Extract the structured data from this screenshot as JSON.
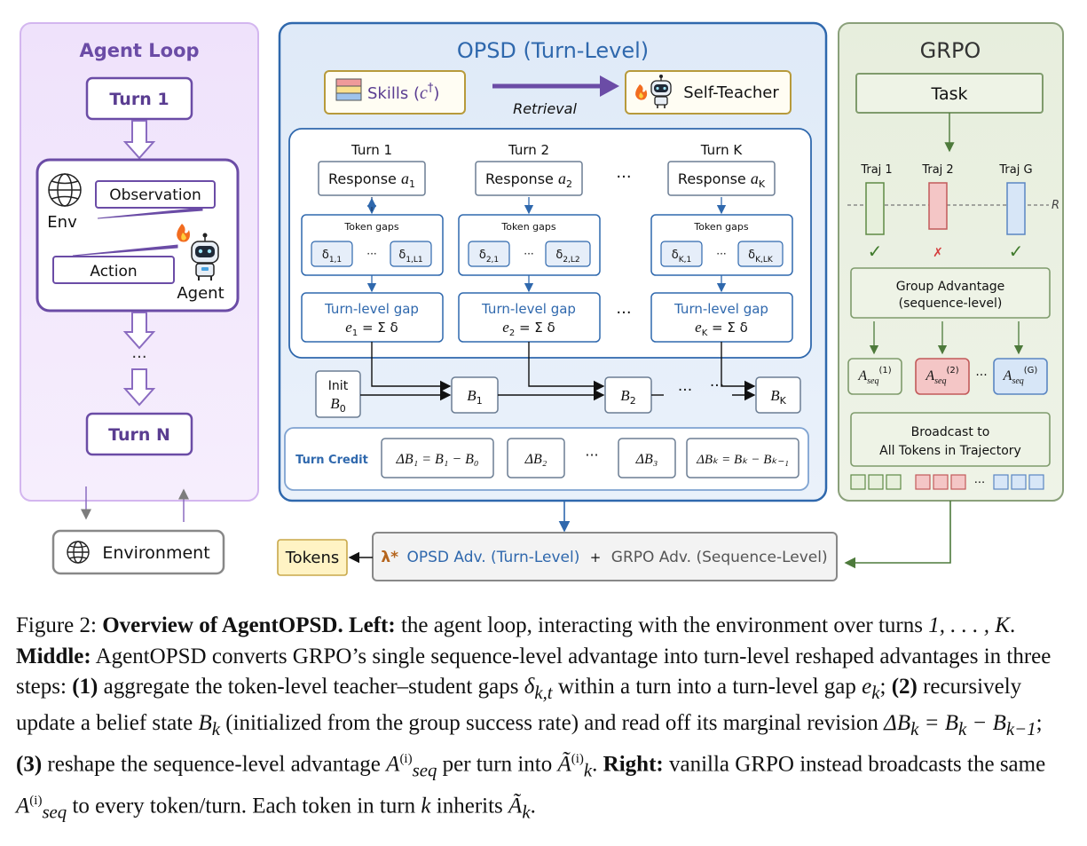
{
  "agent_loop": {
    "title": "Agent Loop",
    "turn1": "Turn 1",
    "observation": "Observation",
    "action": "Action",
    "env": "Env",
    "agent": "Agent",
    "ellipsis": "···",
    "turnN": "Turn N"
  },
  "environment": "Environment",
  "opsd": {
    "title": "OPSD (Turn-Level)",
    "skills_label": "Skills (",
    "skills_symbol": "c",
    "skills_sup": "†",
    "skills_close": ")",
    "retrieval": "Retrieval",
    "self_teacher": "Self-Teacher",
    "turns": [
      {
        "title": "Turn 1",
        "response": "Response ",
        "resp_var": "a",
        "resp_sub": "1",
        "gap_a": "1,1",
        "gap_b": "1,L1",
        "tl_var": "e",
        "tl_sub": "1"
      },
      {
        "title": "Turn 2",
        "response": "Response ",
        "resp_var": "a",
        "resp_sub": "2",
        "gap_a": "2,1",
        "gap_b": "2,L2",
        "tl_var": "e",
        "tl_sub": "2"
      },
      {
        "title": "Turn K",
        "response": "Response ",
        "resp_var": "a",
        "resp_sub": "K",
        "gap_a": "K,1",
        "gap_b": "K,LK",
        "tl_var": "e",
        "tl_sub": "K"
      }
    ],
    "token_gaps": "Token gaps",
    "delta": "δ",
    "dots": "···",
    "turn_level_gap": "Turn-level gap",
    "sum_delta": " = Σ δ",
    "init": "Init",
    "b0_var": "B",
    "b0_sub": "0",
    "b_nodes": [
      {
        "var": "B",
        "sub": "1"
      },
      {
        "var": "B",
        "sub": "2"
      },
      {
        "var": "B",
        "sub": "K"
      }
    ],
    "turn_credit": "Turn Credit",
    "credits": [
      {
        "text": "ΔB₁ = B₁ − B₀"
      },
      {
        "text": "ΔB₂"
      },
      {
        "text": "ΔB₃"
      },
      {
        "text": "ΔBₖ = Bₖ − Bₖ₋₁"
      }
    ]
  },
  "grpo": {
    "title": "GRPO",
    "task": "Task",
    "traj": [
      "Traj 1",
      "Traj 2",
      "Traj G"
    ],
    "r_label": "R",
    "marks": [
      "✓",
      "✗",
      "✓"
    ],
    "group_adv_1": "Group Advantage",
    "group_adv_2": "(sequence-level)",
    "aseq_var": "A",
    "aseq_sub": "seq",
    "aseq_sups": [
      "(1)",
      "(2)",
      "(G)"
    ],
    "broadcast_1": "Broadcast to",
    "broadcast_2": "All Tokens in Trajectory",
    "ellipsis": "···"
  },
  "bottom": {
    "tokens": "Tokens",
    "lambda": "λ*",
    "opsd_adv": "OPSD Adv. (Turn-Level)",
    "plus": "+",
    "grpo_adv": "GRPO Adv. (Sequence-Level)"
  },
  "colors": {
    "purple": "#6b4ca6",
    "opsd_blue": "#2f68ad",
    "grpo_green": "#6f8f5f",
    "trace": "#7d7d7d"
  },
  "caption": {
    "fig": "Figure 2: ",
    "bold1": "Overview of AgentOPSD. Left:",
    "t1": " the agent loop, interacting with the environment over turns ",
    "turns_math": "1, . . . , K",
    "t1b": ". ",
    "bold2": "Middle:",
    "t2": " AgentOPSD converts GRPO’s single sequence-level advantage into turn-level reshaped advantages in three steps: ",
    "s1": "(1)",
    "t3": " aggregate the token-level teacher–student gaps ",
    "m_delta": "δ",
    "m_delta_sub": "k,t",
    "t4": " within a turn into a turn-level gap ",
    "m_e": "e",
    "m_e_sub": "k",
    "t5": "; ",
    "s2": "(2)",
    "t6": " recursively update a belief state ",
    "m_b": "B",
    "m_b_sub": "k",
    "t7": " (initialized from the group success rate) and read off its marginal revision ",
    "m_rev": "ΔB",
    "m_rev_sub": "k",
    "m_eq": " = B",
    "m_eq_sub": "k",
    "m_minus": " − B",
    "m_minus_sub": "k−1",
    "t8": "; ",
    "s3": "(3)",
    "t9": " reshape the sequence-level advantage ",
    "m_a": "A",
    "m_a_sub": "seq",
    "m_a_sup": "(i)",
    "t10": " per turn into ",
    "m_at": "Ã",
    "m_at_sub": "k",
    "m_at_sup": "(i)",
    "t11": ". ",
    "bold3": "Right:",
    "t12": " vanilla GRPO instead broadcasts the same ",
    "t13": " to every token/turn. Each token in turn ",
    "m_k": "k",
    "t14": " inherits ",
    "t15": "."
  }
}
